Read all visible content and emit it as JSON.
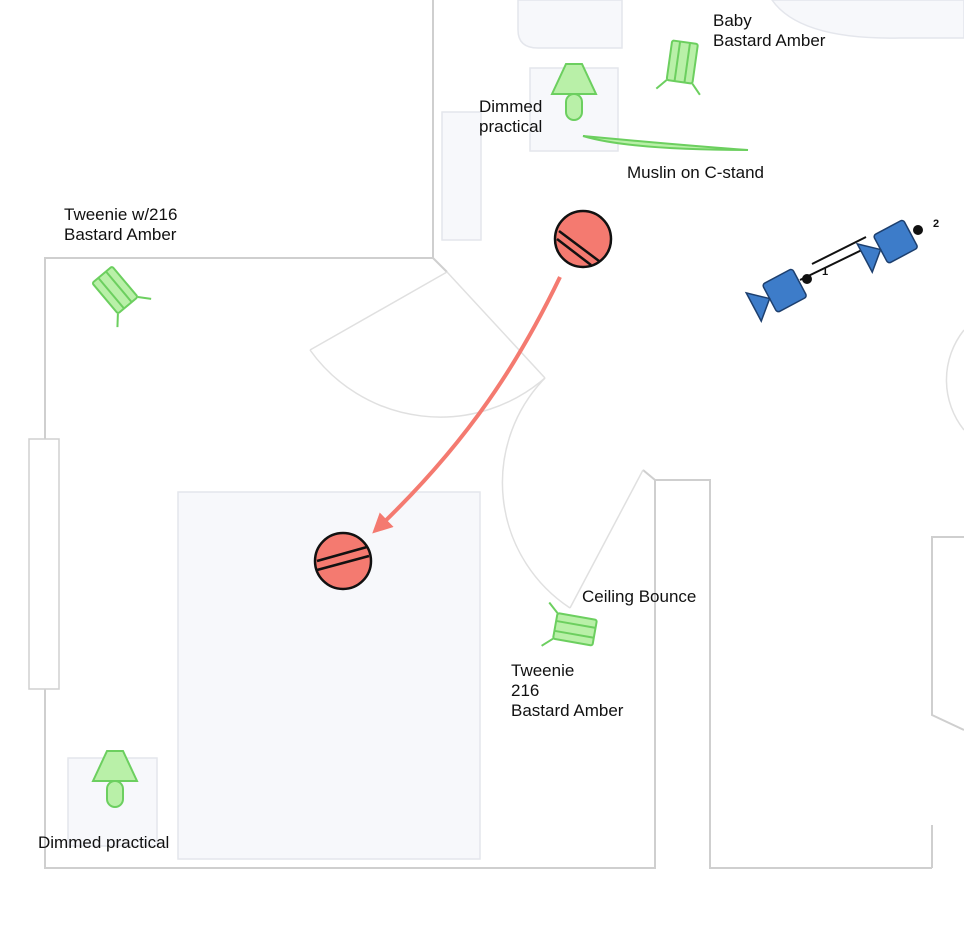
{
  "diagram": {
    "labels": {
      "baby": [
        "Baby",
        "Bastard Amber"
      ],
      "dimmed_practical_top": [
        "Dimmed",
        "practical"
      ],
      "muslin": [
        "Muslin on C-stand"
      ],
      "tweenie_left": [
        "Tweenie w/216",
        "Bastard Amber"
      ],
      "ceiling_bounce": [
        "Ceiling Bounce"
      ],
      "tweenie_right": [
        "Tweenie",
        "216",
        "Bastard Amber"
      ],
      "dimmed_practical_bottom": [
        "Dimmed practical"
      ]
    },
    "camera_marks": [
      "1",
      "2"
    ],
    "colors": {
      "light_fill": "#b9f0a8",
      "light_stroke": "#6ccf5f",
      "actor_fill": "#f47a70",
      "camera_fill": "#3d7cc9",
      "arrow": "#f47a70",
      "wall": "#cfcfcf",
      "furniture_fill": "#f7f8fb"
    },
    "icons": [
      "practical-lamp-icon",
      "fresnel-light-icon",
      "actor-mark-icon",
      "camera-icon",
      "movement-arrow-icon"
    ]
  }
}
